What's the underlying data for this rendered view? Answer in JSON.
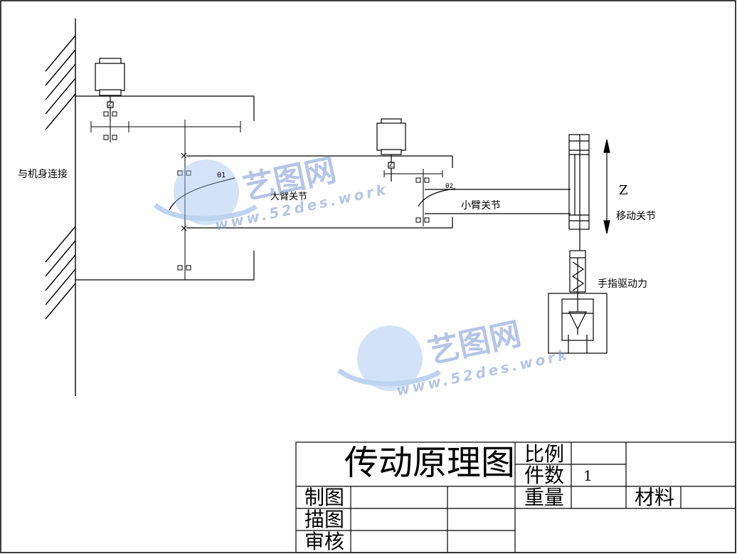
{
  "labels": {
    "body_connection": "与机身连接",
    "big_arm_joint": "大臂关节",
    "small_arm_joint": "小臂关节",
    "z_axis": "Z",
    "move_joint": "移动关节",
    "finger_drive": "手指驱动力",
    "theta1": "θ1",
    "theta2": "θ2",
    "z_symbol": "Z"
  },
  "title_block": {
    "drawing_title": "传动原理图",
    "scale_label": "比例",
    "scale_value": "",
    "count_label": "件数",
    "count_value": "1",
    "weight_label": "重量",
    "material_label": "材料",
    "drawn_label": "制图",
    "traced_label": "描图",
    "checked_label": "审核"
  },
  "watermark": {
    "brand_cn": "艺图网",
    "brand_url": "www.52des.work"
  },
  "colors": {
    "line": "#000000",
    "watermark": "#7f9bd6"
  }
}
